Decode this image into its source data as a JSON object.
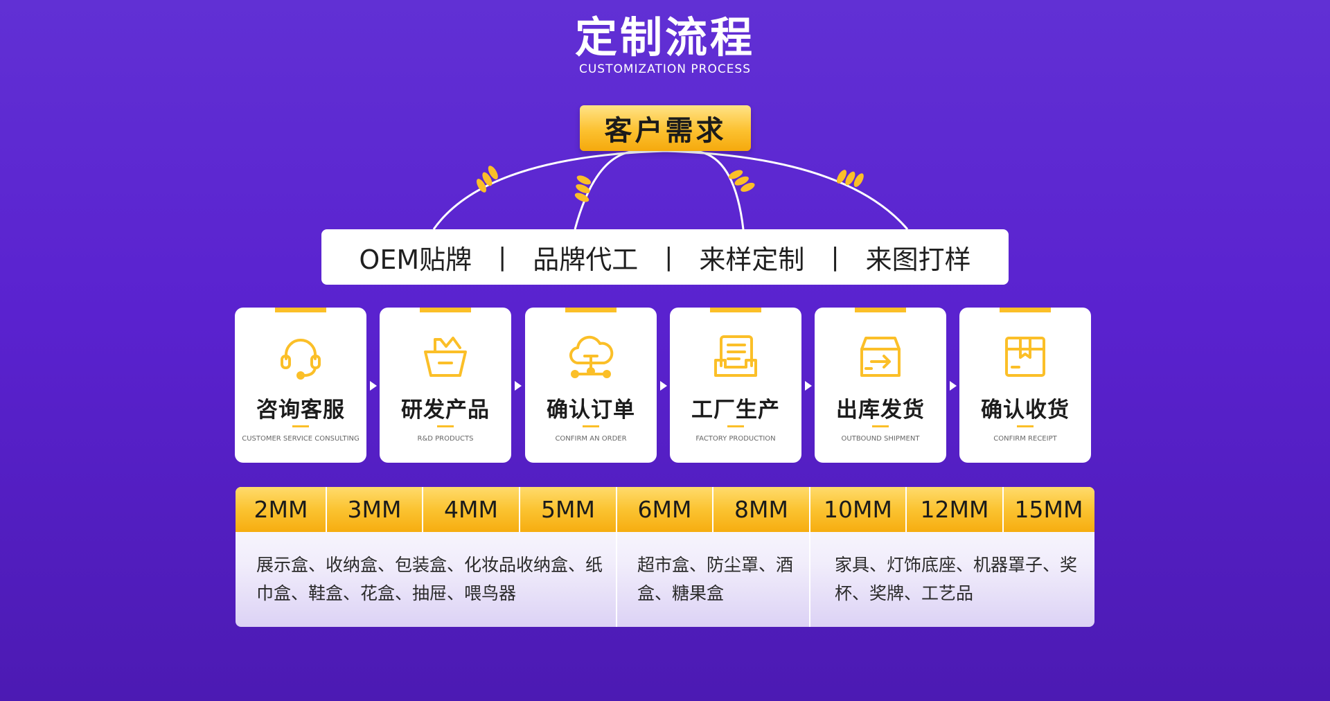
{
  "header": {
    "title": "定制流程",
    "subtitle": "CUSTOMIZATION PROCESS"
  },
  "top_node": {
    "label": "客户需求"
  },
  "services": {
    "items": [
      "OEM贴牌",
      "品牌代工",
      "来样定制",
      "来图打样"
    ],
    "separator": "|"
  },
  "steps": [
    {
      "cn": "咨询客服",
      "en": "CUSTOMER SERVICE CONSULTING",
      "icon": "headset-icon"
    },
    {
      "cn": "研发产品",
      "en": "R&D PRODUCTS",
      "icon": "basket-icon"
    },
    {
      "cn": "确认订单",
      "en": "CONFIRM AN ORDER",
      "icon": "cloud-network-icon"
    },
    {
      "cn": "工厂生产",
      "en": "FACTORY PRODUCTION",
      "icon": "document-tray-icon"
    },
    {
      "cn": "出库发货",
      "en": "OUTBOUND SHIPMENT",
      "icon": "box-arrow-icon"
    },
    {
      "cn": "确认收货",
      "en": "CONFIRM RECEIPT",
      "icon": "package-icon"
    }
  ],
  "thickness_table": {
    "sizes": [
      "2MM",
      "3MM",
      "4MM",
      "5MM",
      "6MM",
      "8MM",
      "10MM",
      "12MM",
      "15MM"
    ],
    "groups": [
      {
        "sizes": [
          "2MM",
          "3MM",
          "4MM",
          "5MM"
        ],
        "line1": "展示盒、收纳盒、包装盒、化妆品收纳盒、纸",
        "line2": "巾盒、鞋盒、花盒、抽屉、喂鸟器"
      },
      {
        "sizes": [
          "6MM",
          "8MM"
        ],
        "line1": "超市盒、防尘罩、酒",
        "line2": "盒、糖果盒"
      },
      {
        "sizes": [
          "10MM",
          "12MM",
          "15MM"
        ],
        "line1": "家具、灯饰底座、机器罩子、奖",
        "line2": "杯、奖牌、工艺品"
      }
    ]
  },
  "colors": {
    "background": "#5a22cf",
    "accent_gold": "#fbbf28",
    "card": "#ffffff"
  }
}
